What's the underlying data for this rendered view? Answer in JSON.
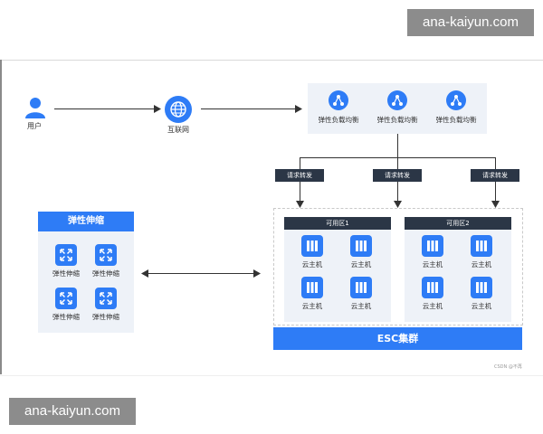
{
  "watermark": {
    "top": "ana-kaiyun.com",
    "bottom": "ana-kaiyun.com"
  },
  "nodes": {
    "user": "用户",
    "internet": "互联网"
  },
  "load_balancers": [
    "弹性负载均衡",
    "弹性负载均衡",
    "弹性负载均衡"
  ],
  "requests": [
    "请求转发",
    "请求转发",
    "请求转发"
  ],
  "zones": [
    {
      "title": "可用区1",
      "vms": [
        "云主机",
        "云主机",
        "云主机",
        "云主机"
      ]
    },
    {
      "title": "可用区2",
      "vms": [
        "云主机",
        "云主机",
        "云主机",
        "云主机"
      ]
    }
  ],
  "cluster_label": "ESC集群",
  "elastic": {
    "title": "弹性伸缩",
    "items": [
      "弹性伸缩",
      "弹性伸缩",
      "弹性伸缩",
      "弹性伸缩"
    ]
  },
  "credit": "CSDN @不再",
  "colors": {
    "accent": "#2e7cf6",
    "dark": "#2b3646",
    "panel": "#eef2f8"
  },
  "icons": {
    "user": "user-icon",
    "internet": "globe-icon",
    "load_balancer": "cloud-network-icon",
    "vm": "server-icon",
    "elastic": "expand-arrows-icon"
  }
}
